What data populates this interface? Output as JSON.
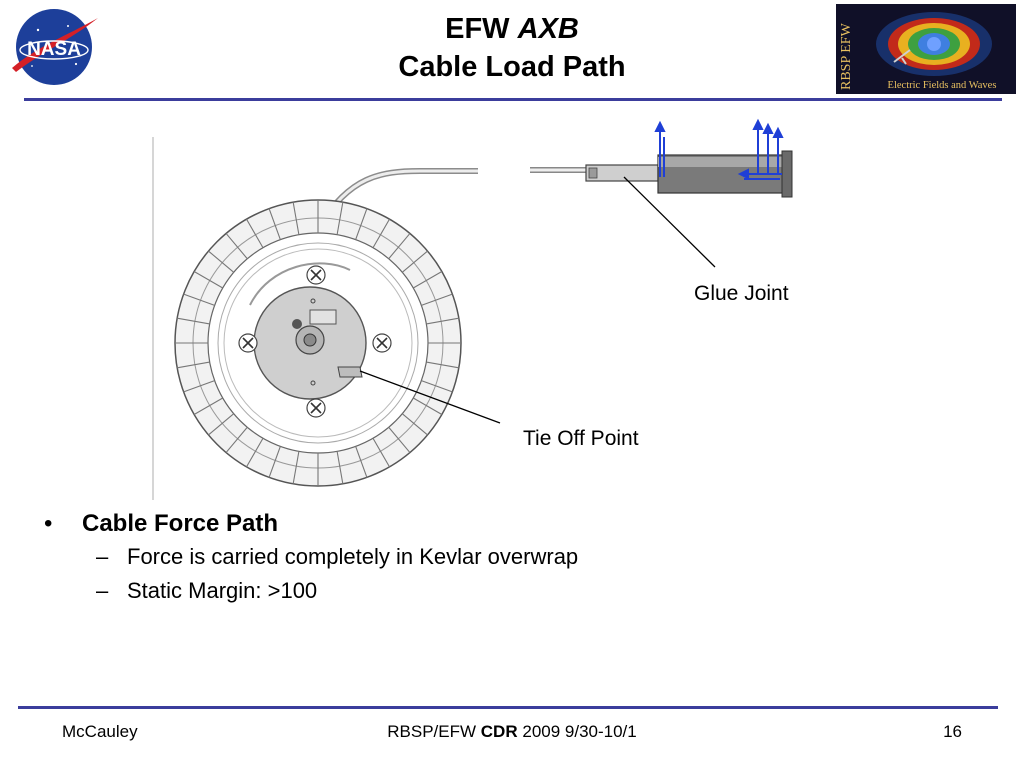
{
  "header": {
    "title_prefix": "EFW",
    "title_italic": "AXB",
    "title_line2": "Cable Load Path",
    "nasa_logo_text": "NASA",
    "rbsp_logo_vertical": "RBSP EFW",
    "rbsp_logo_caption": "Electric Fields and Waves"
  },
  "figure": {
    "callout_glue": "Glue Joint",
    "callout_tie": "Tie Off Point"
  },
  "bullets": {
    "main": "Cable Force Path",
    "subs": [
      "Force is carried completely in Kevlar overwrap",
      "Static Margin: >100"
    ]
  },
  "footer": {
    "left": "McCauley",
    "center_pre": "RBSP/EFW",
    "center_bold": "CDR",
    "center_post": "2009 9/30-10/1",
    "page": "16"
  },
  "colors": {
    "rule": "#3b3d9c",
    "nasa_blue": "#1d3f9a",
    "nasa_red": "#d42027",
    "arrow_blue": "#1f3fd6"
  }
}
